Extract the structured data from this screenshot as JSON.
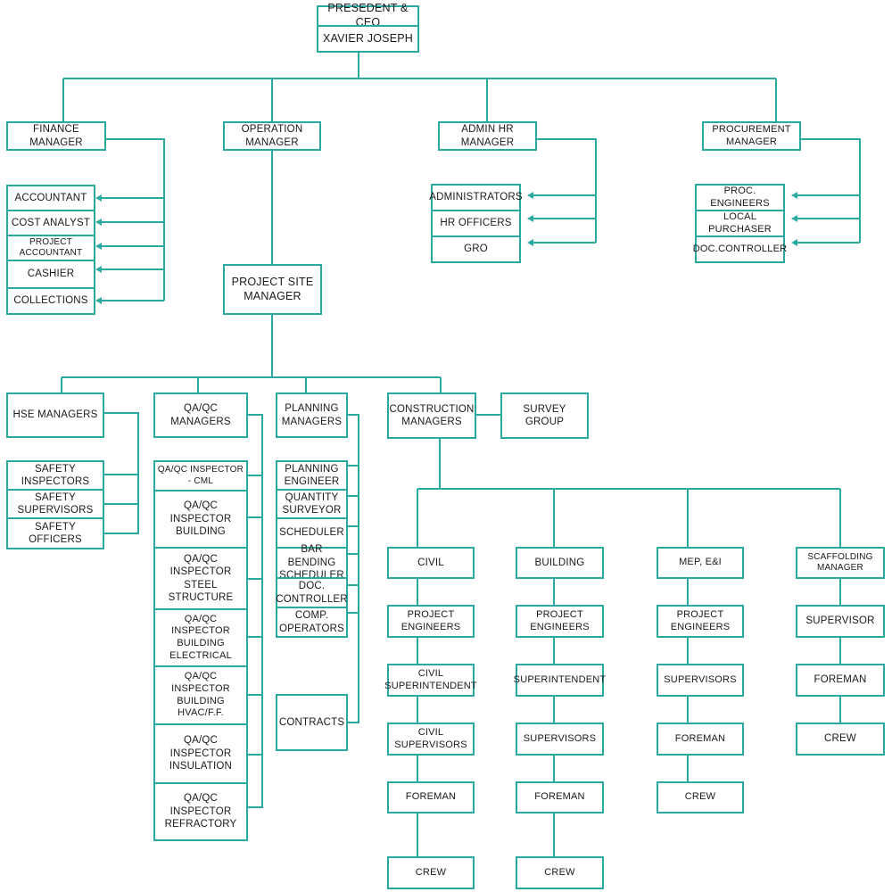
{
  "colors": {
    "line": "#2aa9a1",
    "box_border": "#2aa9a1",
    "text": "#1a1a1a"
  },
  "ceo": {
    "title": "PRESEDENT & CEO",
    "name": "XAVIER JOSEPH"
  },
  "finance": {
    "manager": "FINANCE MANAGER",
    "staff": [
      "ACCOUNTANT",
      "COST ANALYST",
      "PROJECT ACCOUNTANT",
      "CASHIER",
      "COLLECTIONS"
    ]
  },
  "operation": {
    "manager": "OPERATION MANAGER",
    "site_manager": "PROJECT SITE\nMANAGER"
  },
  "admin_hr": {
    "manager": "ADMIN HR MANAGER",
    "staff": [
      "ADMINISTRATORS",
      "HR OFFICERS",
      "GRO"
    ]
  },
  "procurement": {
    "manager": "PROCUREMENT MANAGER",
    "staff": [
      "PROC. ENGINEERS",
      "LOCAL PURCHASER",
      "DOC.CONTROLLER"
    ]
  },
  "hse": {
    "manager": "HSE MANAGERS",
    "staff": [
      "SAFETY INSPECTORS",
      "SAFETY SUPERVISORS",
      "SAFETY OFFICERS"
    ]
  },
  "qaqc": {
    "manager": "QA/QC MANAGERS",
    "staff": [
      "QA/QC INSPECTOR - CML",
      "QA/QC INSPECTOR\nBUILDING",
      "QA/QC INSPECTOR\nSTEEL STRUCTURE",
      "QA/QC INSPECTOR\nBUILDING ELECTRICAL",
      "QA/QC INSPECTOR\nBUILDING HVAC/F.F.",
      "QA/QC INSPECTOR\nINSULATION",
      "QA/QC INSPECTOR\nREFRACTORY"
    ]
  },
  "planning": {
    "manager": "PLANNING\nMANAGERS",
    "staff": [
      "PLANNING\nENGINEER",
      "QUANTITY\nSURVEYOR",
      "SCHEDULER",
      "BAR BENDING\nSCHEDULER",
      "DOC.\nCONTROLLER",
      "COMP.\nOPERATORS",
      "CONTRACTS"
    ]
  },
  "construction": {
    "manager": "CONSTRUCTION\nMANAGERS",
    "survey": "SURVEY\nGROUP"
  },
  "divisions": [
    {
      "name": "CIVIL",
      "chain": [
        "PROJECT ENGINEERS",
        "CIVIL\nSUPERINTENDENT",
        "CIVIL\nSUPERVISORS",
        "FOREMAN",
        "CREW"
      ]
    },
    {
      "name": "BUILDING",
      "chain": [
        "PROJECT ENGINEERS",
        "SUPERINTENDENT",
        "SUPERVISORS",
        "FOREMAN",
        "CREW"
      ]
    },
    {
      "name": "MEP, E&I",
      "chain": [
        "PROJECT ENGINEERS",
        "SUPERVISORS",
        "FOREMAN",
        "CREW"
      ]
    },
    {
      "name": "SCAFFOLDING MANAGER",
      "chain": [
        "SUPERVISOR",
        "FOREMAN",
        "CREW"
      ]
    }
  ]
}
